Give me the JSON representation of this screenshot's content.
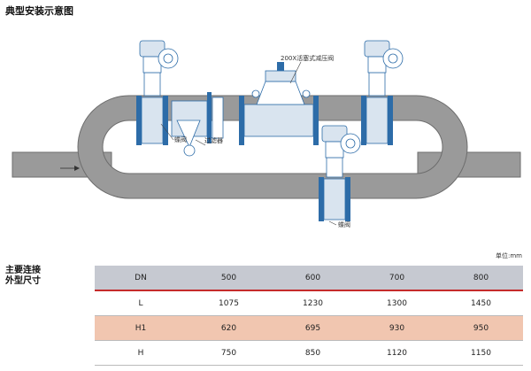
{
  "page_title": "典型安装示意图",
  "diagram": {
    "labels": {
      "main_valve": "200X活塞式减压阀",
      "butterfly_left": "蝶阀",
      "strainer": "过滤器",
      "butterfly_bottom": "蝶阀"
    },
    "colors": {
      "pipe_fill": "#9a9a9a",
      "pipe_stroke": "#6d6d6d",
      "valve_blue": "#2d6ca8",
      "valve_light": "#d9e4ef"
    }
  },
  "table": {
    "section_title_line1": "主要连接",
    "section_title_line2": "外型尺寸",
    "unit": "单位:mm",
    "header": [
      "DN",
      "500",
      "600",
      "700",
      "800"
    ],
    "rows": [
      [
        "L",
        "1075",
        "1230",
        "1300",
        "1450"
      ],
      [
        "H1",
        "620",
        "695",
        "930",
        "950"
      ],
      [
        "H",
        "750",
        "850",
        "1120",
        "1150"
      ]
    ],
    "highlight_color": "#f1c6b0",
    "header_color": "#c6c9d1"
  }
}
